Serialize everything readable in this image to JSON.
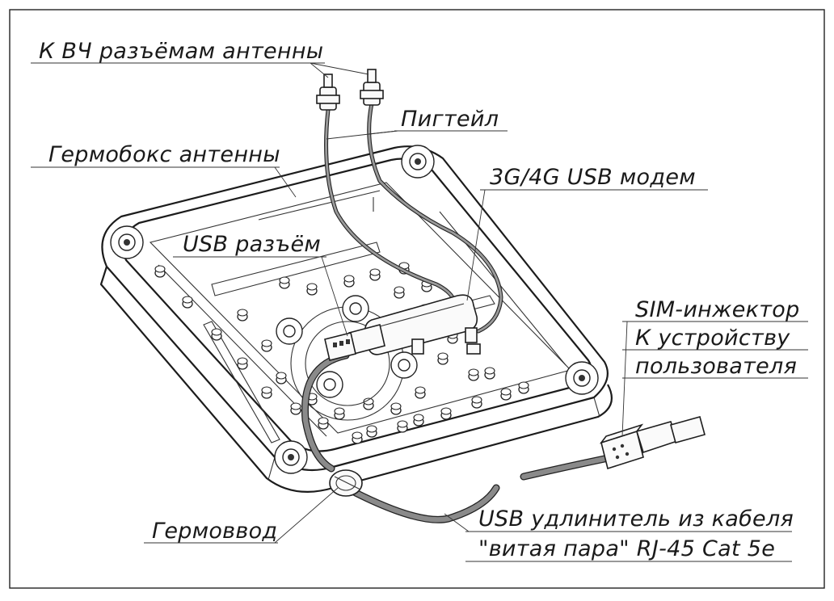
{
  "labels": {
    "rf_connectors": "К ВЧ разъёмам антенны",
    "pigtail": "Пигтейл",
    "enclosure": "Гермобокс антенны",
    "modem": "3G/4G USB модем",
    "usb_connector": "USB разъём",
    "sim_injector": "SIM-инжектор",
    "to_device_1": "К устройству",
    "to_device_2": "пользователя",
    "gland": "Гермоввод",
    "extension_1": "USB удлинитель из кабеля",
    "extension_2": "\"витая пара\" RJ-45 Cat 5e"
  }
}
